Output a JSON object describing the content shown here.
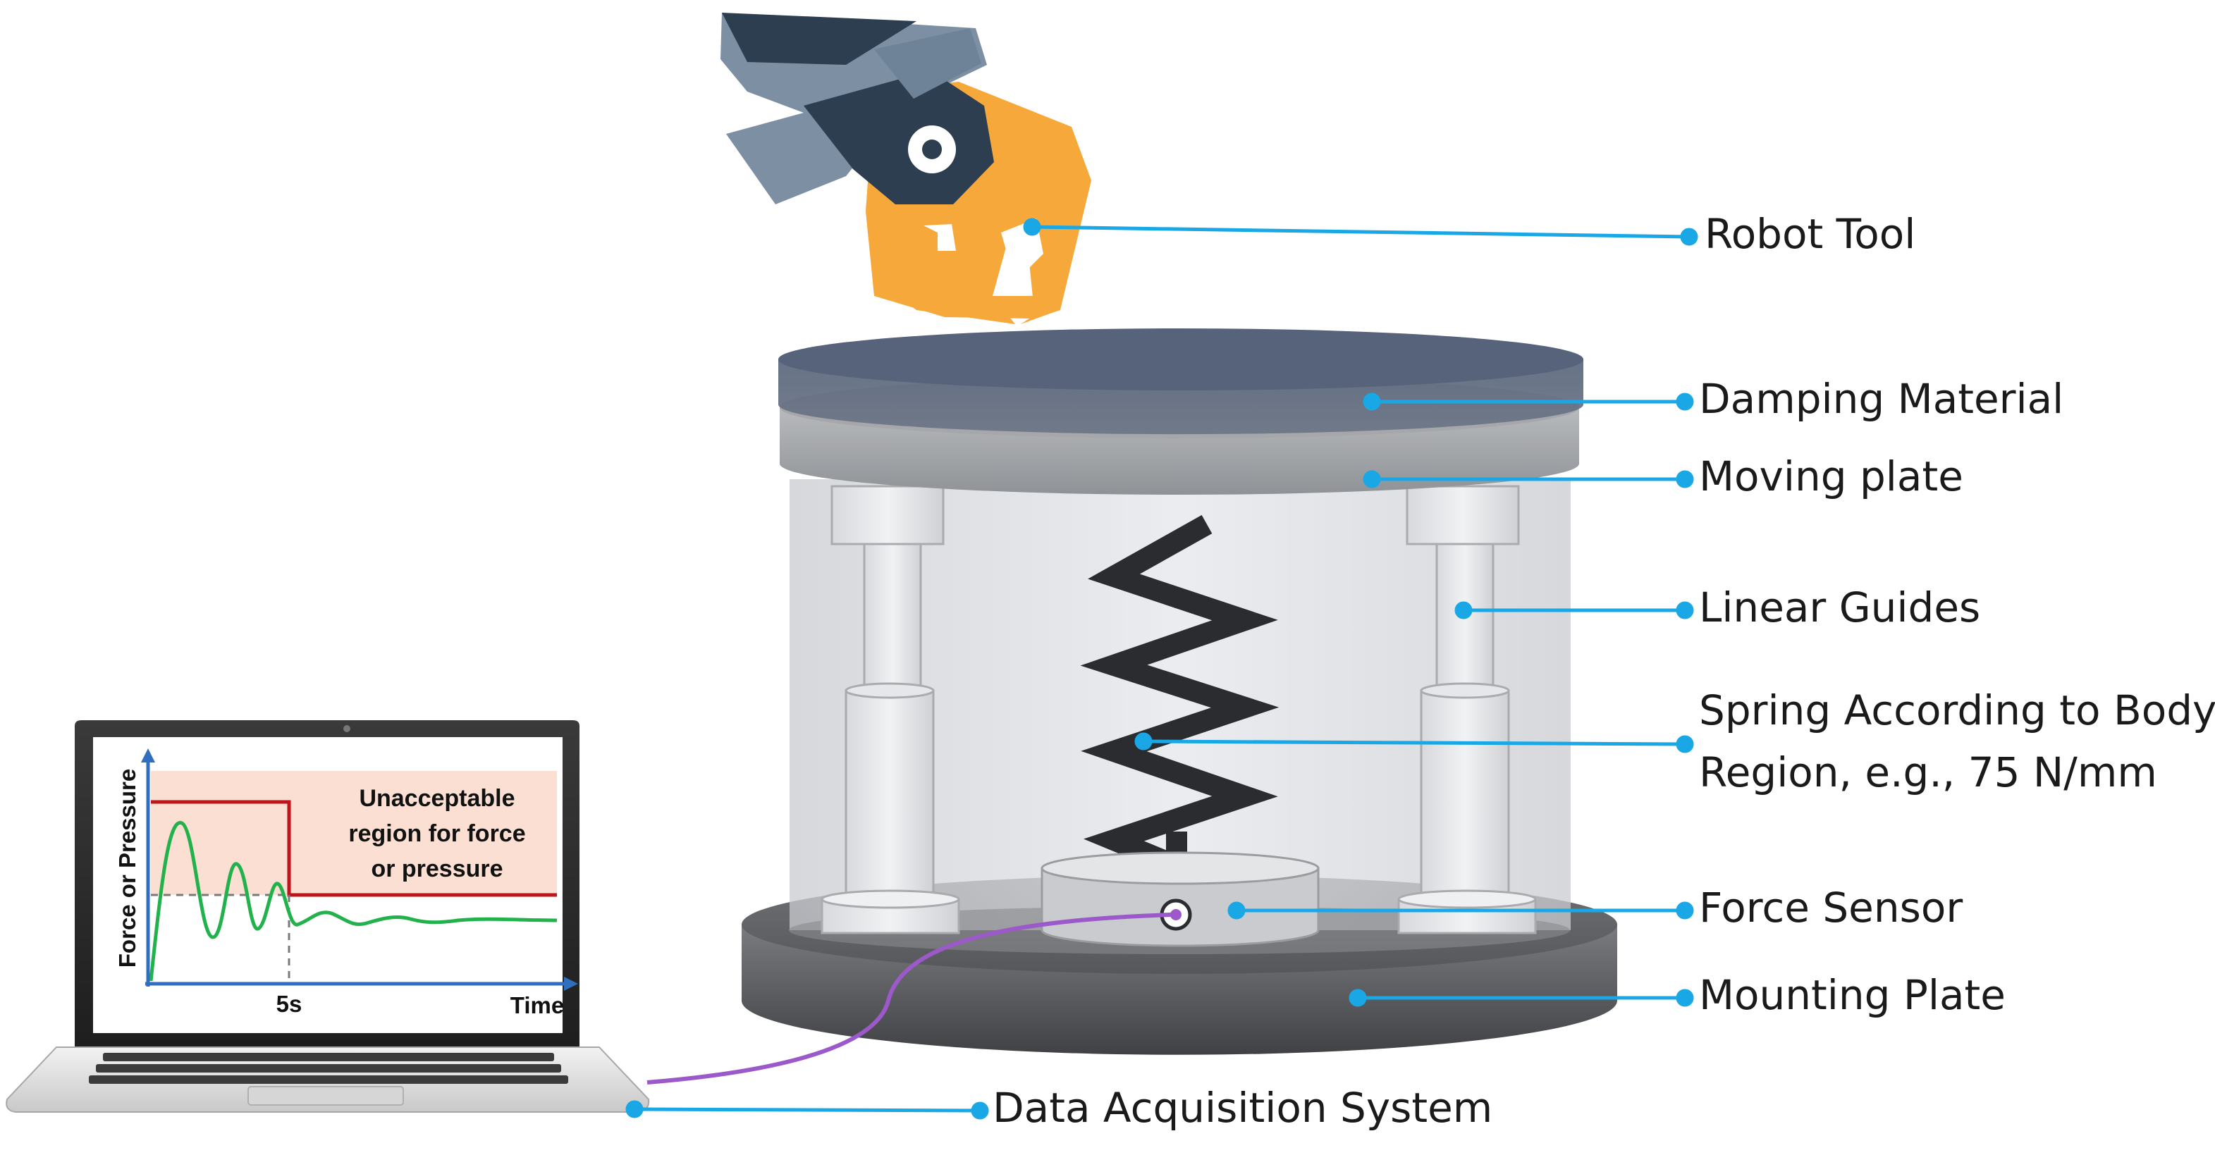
{
  "labels": {
    "robot_tool": "Robot Tool",
    "damping_material": "Damping Material",
    "moving_plate": "Moving plate",
    "linear_guides": "Linear Guides",
    "spring_line1": "Spring According to Body",
    "spring_line2": "Region, e.g., 75 N/mm",
    "force_sensor": "Force Sensor",
    "mounting_plate": "Mounting Plate",
    "data_acquisition": "Data Acquisition System"
  },
  "screen_chart": {
    "ylabel": "Force or Pressure",
    "xlabel": "Time",
    "tick": "5s",
    "region_text": [
      "Unacceptable",
      "region for force",
      "or pressure"
    ]
  },
  "colors": {
    "leader": "#1aa7e6",
    "gripper_orange": "#f7a83a",
    "gripper_dark": "#2d3e50",
    "gripper_steel": "#6e8397",
    "threshold_red": "#c0141c",
    "signal_green": "#22b24c",
    "region_fill": "#fadfd2",
    "cable": "#9b59c9"
  }
}
